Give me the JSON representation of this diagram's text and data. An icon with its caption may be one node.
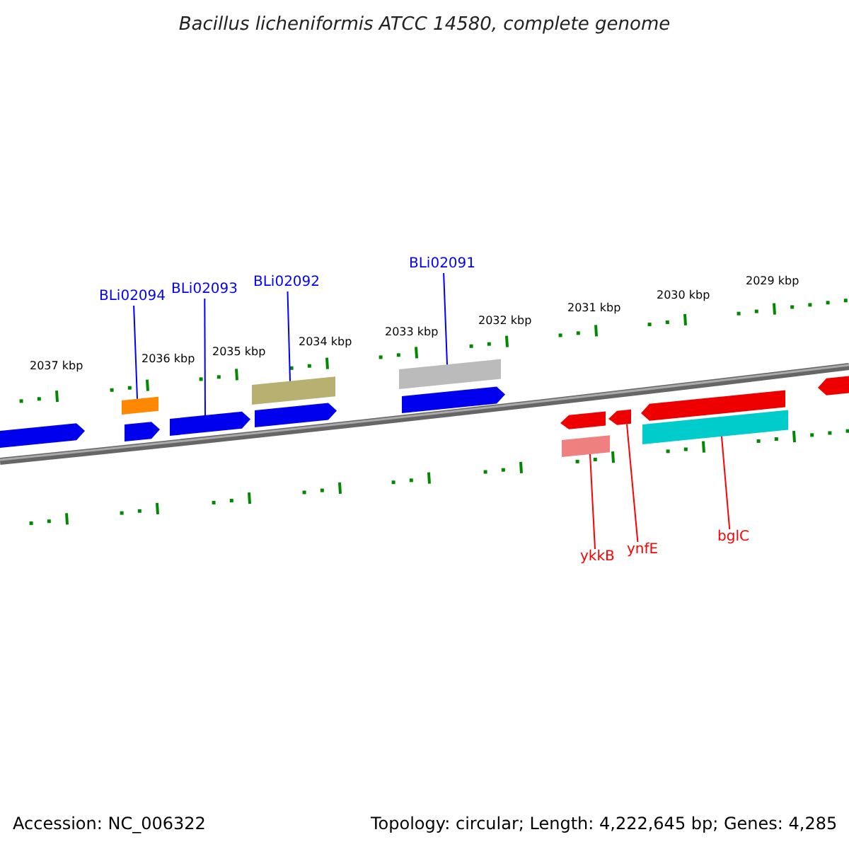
{
  "diagram": {
    "title": "Bacillus licheniformis ATCC 14580, complete genome",
    "nodes": [
      {
        "text": [
          "BLi02094"
        ]
      },
      {
        "text": [
          "BLi02093"
        ]
      },
      {
        "text": [
          "BLi02092"
        ]
      },
      {
        "text": [
          "BLi02091"
        ]
      },
      {
        "text": [
          "ykkB"
        ]
      },
      {
        "text": [
          "ynfE"
        ]
      },
      {
        "text": [
          "bglC"
        ]
      },
      {
        "text": [],
        "shape": "pentagon"
      },
      {
        "text": [],
        "shape": "bar"
      },
      {
        "text": [],
        "shape": "pentagon"
      },
      {
        "text": [],
        "shape": "pentagon"
      },
      {
        "text": [],
        "shape": "bar"
      },
      {
        "text": [],
        "shape": "pentagon"
      },
      {
        "text": [],
        "shape": "bar"
      },
      {
        "text": [],
        "shape": "pentagon"
      },
      {
        "text": [],
        "shape": "pentagon"
      },
      {
        "text": [],
        "shape": "bar"
      },
      {
        "text": [],
        "shape": "pentagon"
      },
      {
        "text": [],
        "shape": "pentagon"
      },
      {
        "text": [],
        "shape": "bar"
      },
      {
        "text": [],
        "shape": "pentagon"
      }
    ],
    "edges": [
      {
        "from": 0,
        "to": 8,
        "arrow": "none"
      },
      {
        "from": 1,
        "to": 10,
        "arrow": "none"
      },
      {
        "from": 2,
        "to": 11,
        "arrow": "none"
      },
      {
        "from": 3,
        "to": 13,
        "arrow": "none"
      },
      {
        "from": 4,
        "to": 16,
        "arrow": "none",
        "color": "#ff0000"
      },
      {
        "from": 5,
        "to": 17,
        "arrow": "none",
        "color": "#ff0000"
      },
      {
        "from": 6,
        "to": 19,
        "arrow": "none",
        "color": "#ff0000"
      }
    ],
    "labels": [
      "2029 kbp",
      "2030 kbp",
      "2031 kbp",
      "2032 kbp",
      "2033 kbp",
      "2034 kbp",
      "2035 kbp",
      "2036 kbp",
      "2037 kbp",
      "Accession: NC_006322",
      "Topology: circular; Length: 4,222,645 bp; Genes: 4,285"
    ]
  }
}
